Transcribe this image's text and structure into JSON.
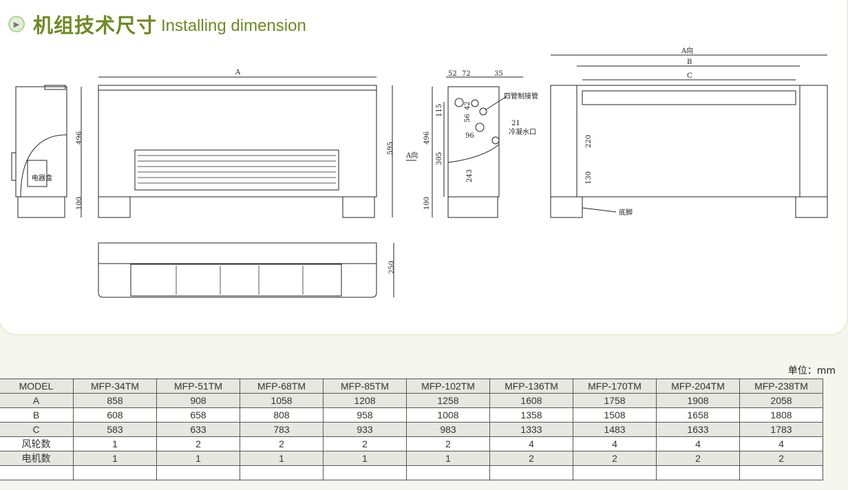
{
  "header": {
    "bullet_icon": "play-arrow-icon",
    "title_cn": "机组技术尺寸",
    "title_en": "Installing dimension"
  },
  "drawings": {
    "front": {
      "dim_a": "A",
      "dim_height": "595"
    },
    "side": {
      "dim_height": "496",
      "dim_foot": "100",
      "box_label": "电器盒"
    },
    "plan": {
      "dim_depth": "250"
    },
    "pipe_side": {
      "d52": "52",
      "d72": "72",
      "d35": "35",
      "pipe_label": "四管制接管",
      "d115": "115",
      "d42": "42",
      "d56": "56",
      "d21": "21",
      "drain_label": "冷凝水口",
      "d96": "96",
      "d496": "496",
      "d305": "305",
      "d243": "243",
      "d100": "100",
      "view_arrow": "A向"
    },
    "rear": {
      "view_label": "A向",
      "dim_b": "B",
      "dim_c": "C",
      "d220": "220",
      "d130": "130",
      "foot_label": "底脚"
    }
  },
  "table": {
    "unit": "单位：mm",
    "columns": [
      "MODEL",
      "MFP-34TM",
      "MFP-51TM",
      "MFP-68TM",
      "MFP-85TM",
      "MFP-102TM",
      "MFP-136TM",
      "MFP-170TM",
      "MFP-204TM",
      "MFP-238TM"
    ],
    "rows": [
      [
        "A",
        "858",
        "908",
        "1058",
        "1208",
        "1258",
        "1608",
        "1758",
        "1908",
        "2058"
      ],
      [
        "B",
        "608",
        "658",
        "808",
        "958",
        "1008",
        "1358",
        "1508",
        "1658",
        "1808"
      ],
      [
        "C",
        "583",
        "633",
        "783",
        "933",
        "983",
        "1333",
        "1483",
        "1633",
        "1783"
      ],
      [
        "风轮数",
        "1",
        "2",
        "2",
        "2",
        "2",
        "4",
        "4",
        "4",
        "4"
      ],
      [
        "电机数",
        "1",
        "1",
        "1",
        "1",
        "1",
        "2",
        "2",
        "2",
        "2"
      ],
      [
        "",
        "",
        "",
        "",
        "",
        "",
        "",
        "",
        "",
        ""
      ]
    ]
  }
}
